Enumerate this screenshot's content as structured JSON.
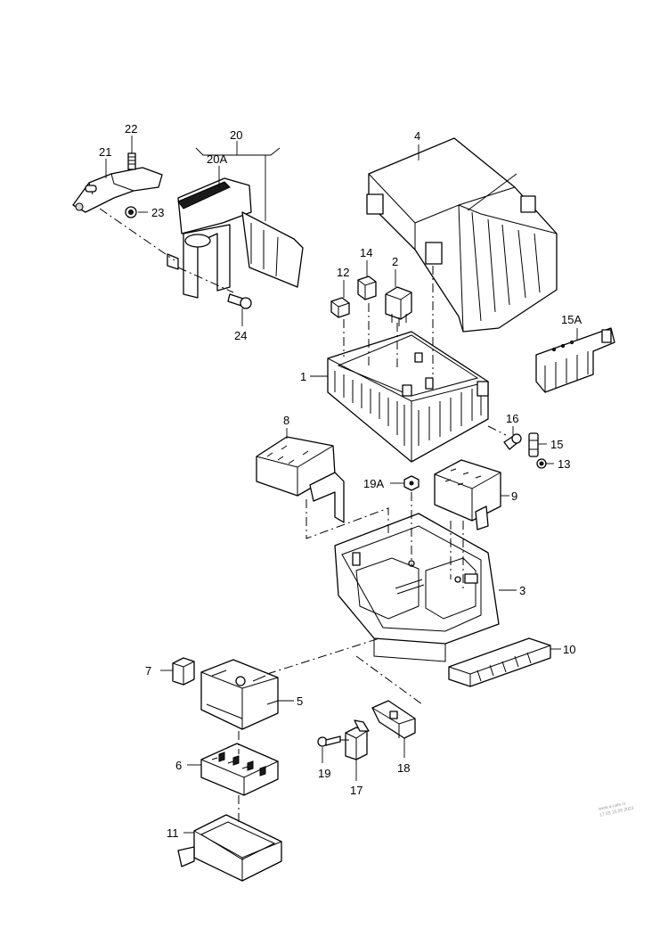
{
  "labels": {
    "p1": "1",
    "p2": "2",
    "p3": "3",
    "p4": "4",
    "p5": "5",
    "p6": "6",
    "p7": "7",
    "p8": "8",
    "p9": "9",
    "p10": "10",
    "p11": "11",
    "p12": "12",
    "p13": "13",
    "p14": "14",
    "p15": "15",
    "p15A": "15A",
    "p16": "16",
    "p17": "17",
    "p18": "18",
    "p19": "19",
    "p19A": "19A",
    "p20": "20",
    "p20A": "20A",
    "p21": "21",
    "p22": "22",
    "p23": "23",
    "p24": "24"
  },
  "watermark": {
    "line1": "www.a-cats.ru",
    "line2": "17.03 15.05.2023"
  }
}
